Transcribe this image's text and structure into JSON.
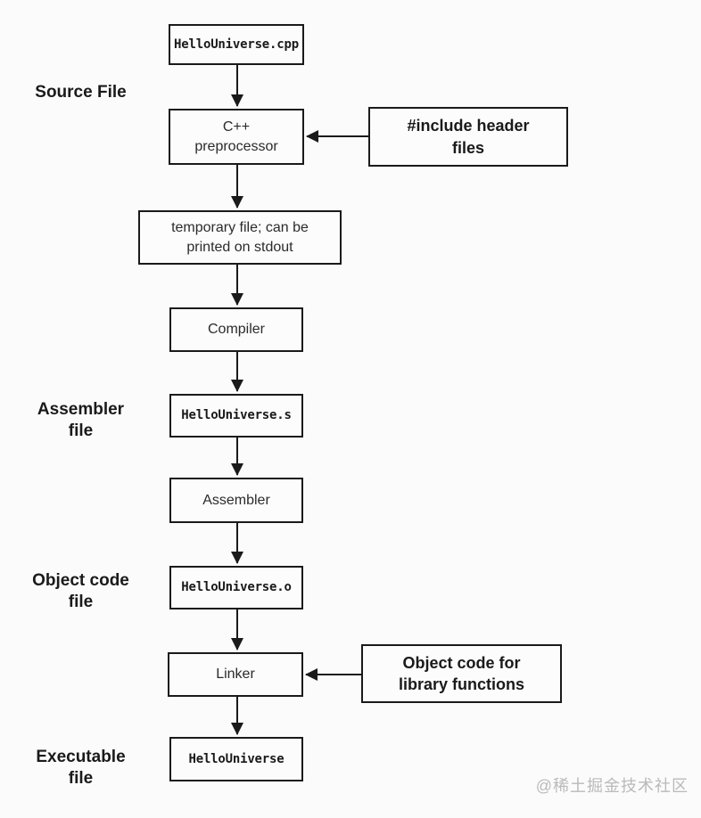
{
  "colors": {
    "background": "#fbfbfb",
    "line": "#1a1a1a",
    "box_fill": "#fcfcfc",
    "watermark": "#bababa"
  },
  "flowchart": {
    "nodes": {
      "cpp_file": "HelloUniverse.cpp",
      "preprocessor": "C++\npreprocessor",
      "temp_file": "temporary file; can be\nprinted on stdout",
      "compiler": "Compiler",
      "assembly_file": "HelloUniverse.s",
      "assembler": "Assembler",
      "object_file": "HelloUniverse.o",
      "linker": "Linker",
      "executable": "HelloUniverse"
    },
    "side_notes": {
      "include_headers": "#include header\nfiles",
      "object_code_libs": "Object code for\nlibrary functions"
    },
    "stage_labels": {
      "source": "Source File",
      "assembler": "Assembler\nfile",
      "object_code": "Object code\nfile",
      "executable": "Executable\nfile"
    }
  },
  "watermark": "@稀土掘金技术社区"
}
